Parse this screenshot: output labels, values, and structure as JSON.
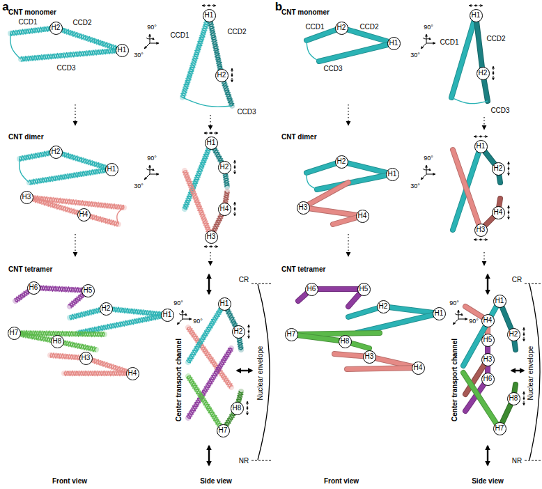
{
  "diagram": {
    "nodes": [
      {
        "text": [
          "H2"
        ]
      },
      {
        "text": [
          "H1"
        ]
      },
      {
        "text": [
          "H1"
        ]
      },
      {
        "text": [
          "H2"
        ]
      },
      {
        "text": [
          "H2"
        ]
      },
      {
        "text": [
          "H1"
        ]
      },
      {
        "text": [
          "H3"
        ]
      },
      {
        "text": [
          "H4"
        ]
      },
      {
        "text": [
          "H1"
        ]
      },
      {
        "text": [
          "H2"
        ]
      },
      {
        "text": [
          "H4"
        ]
      },
      {
        "text": [
          "H3"
        ]
      },
      {
        "text": [
          "H6"
        ]
      },
      {
        "text": [
          "H5"
        ]
      },
      {
        "text": [
          "H2"
        ]
      },
      {
        "text": [
          "H1"
        ]
      },
      {
        "text": [
          "H7"
        ]
      },
      {
        "text": [
          "H8"
        ]
      },
      {
        "text": [
          "H3"
        ]
      },
      {
        "text": [
          "H4"
        ]
      },
      {
        "text": [
          "H1"
        ]
      },
      {
        "text": [
          "H2"
        ]
      },
      {
        "text": [
          "H8"
        ]
      },
      {
        "text": [
          "H7"
        ]
      },
      {
        "text": [
          "H2"
        ]
      },
      {
        "text": [
          "H1"
        ]
      },
      {
        "text": [
          "H1"
        ]
      },
      {
        "text": [
          "H2"
        ]
      },
      {
        "text": [
          "H2"
        ]
      },
      {
        "text": [
          "H1"
        ]
      },
      {
        "text": [
          "H3"
        ]
      },
      {
        "text": [
          "H4"
        ]
      },
      {
        "text": [
          "H1"
        ]
      },
      {
        "text": [
          "H2"
        ]
      },
      {
        "text": [
          "H4"
        ]
      },
      {
        "text": [
          "H3"
        ]
      },
      {
        "text": [
          "H6"
        ]
      },
      {
        "text": [
          "H5"
        ]
      },
      {
        "text": [
          "H2"
        ]
      },
      {
        "text": [
          "H1"
        ]
      },
      {
        "text": [
          "H7"
        ]
      },
      {
        "text": [
          "H8"
        ]
      },
      {
        "text": [
          "H3"
        ]
      },
      {
        "text": [
          "H4"
        ]
      },
      {
        "text": [
          "H1"
        ]
      },
      {
        "text": [
          "H4"
        ]
      },
      {
        "text": [
          "H2"
        ]
      },
      {
        "text": [
          "H5"
        ]
      },
      {
        "text": [
          "H3"
        ]
      },
      {
        "text": [
          "H6"
        ]
      },
      {
        "text": [
          "H8"
        ]
      },
      {
        "text": [
          "H7"
        ]
      }
    ],
    "labels": [
      "a",
      "CNT monomer",
      "CCD1",
      "CCD2",
      "CCD3",
      "90°",
      "30°",
      "CCD1",
      "CCD2",
      "CCD3",
      "CNT dimer",
      "90°",
      "30°",
      "CNT tetramer",
      "90°",
      "90°",
      "Center transport channel",
      "CR",
      "Nuclear envelope",
      "NR",
      "Front view",
      "Side view",
      "b",
      "CNT monomer",
      "CCD1",
      "CCD2",
      "CCD3",
      "90°",
      "30°",
      "CCD1",
      "CCD2",
      "CCD3",
      "CNT dimer",
      "90°",
      "30°",
      "CNT tetramer",
      "90°",
      "90°",
      "Center transport channel",
      "CR",
      "Nuclear envelope",
      "NR",
      "Front view",
      "Side view"
    ]
  }
}
